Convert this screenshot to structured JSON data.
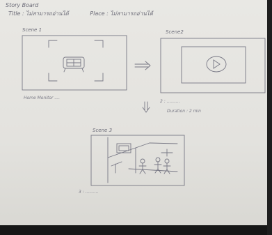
{
  "header": {
    "title": "Story Board",
    "title_field": "Title : ไม่สามารถอ่านได้",
    "place_field": "Place : ไม่สามารถอ่านได้"
  },
  "scenes": [
    {
      "label": "Scene 1",
      "caption": "Home Monitor ...."
    },
    {
      "label": "Scene2",
      "caption": "2 : ..........",
      "duration": "Duration : 2 min"
    },
    {
      "label": "Scene 3",
      "caption": "3 : .........."
    }
  ],
  "colors": {
    "ink": "#6c6c78",
    "paper": "#e6e5e1"
  }
}
